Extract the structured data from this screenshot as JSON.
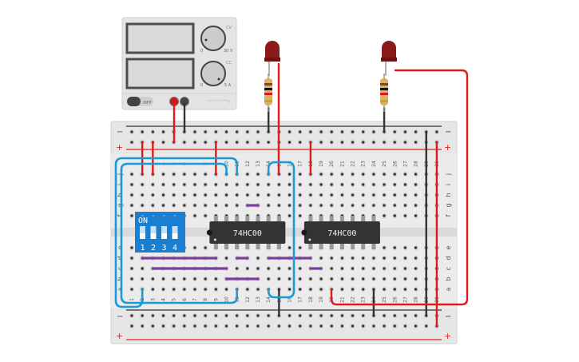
{
  "power_supply": {
    "voltage_max": "30 V",
    "voltage_min": "0",
    "current_max": "5 A",
    "current_min": "0",
    "cv_label": "CV",
    "cc_label": "CC",
    "switch_label": "OFF",
    "brand_label": "VOLTAGE SUPPLY",
    "icon": "lightning-icon"
  },
  "breadboard": {
    "columns": [
      "1",
      "2",
      "3",
      "4",
      "5",
      "6",
      "7",
      "8",
      "9",
      "10",
      "11",
      "12",
      "13",
      "14",
      "15",
      "16",
      "17",
      "18",
      "19",
      "20",
      "21",
      "22",
      "23",
      "24",
      "25",
      "26",
      "27",
      "28",
      "29",
      "30"
    ],
    "rows_top": [
      "j",
      "i",
      "h",
      "g",
      "f"
    ],
    "rows_bottom": [
      "e",
      "d",
      "c",
      "b",
      "a"
    ],
    "rail_minus": "−",
    "rail_plus": "+"
  },
  "chips": [
    {
      "label": "74HC00"
    },
    {
      "label": "74HC00"
    }
  ],
  "dip_switch": {
    "on_label": "ON",
    "switches": [
      "1",
      "2",
      "3",
      "4"
    ]
  },
  "colors": {
    "red_wire": "#e0191b",
    "black_wire": "#333333",
    "blue_wire": "#1a9ad6",
    "purple_wire": "#7b3fa0",
    "dip": "#1a7fd0",
    "chip": "#333333",
    "led": "#8b1a1a"
  }
}
